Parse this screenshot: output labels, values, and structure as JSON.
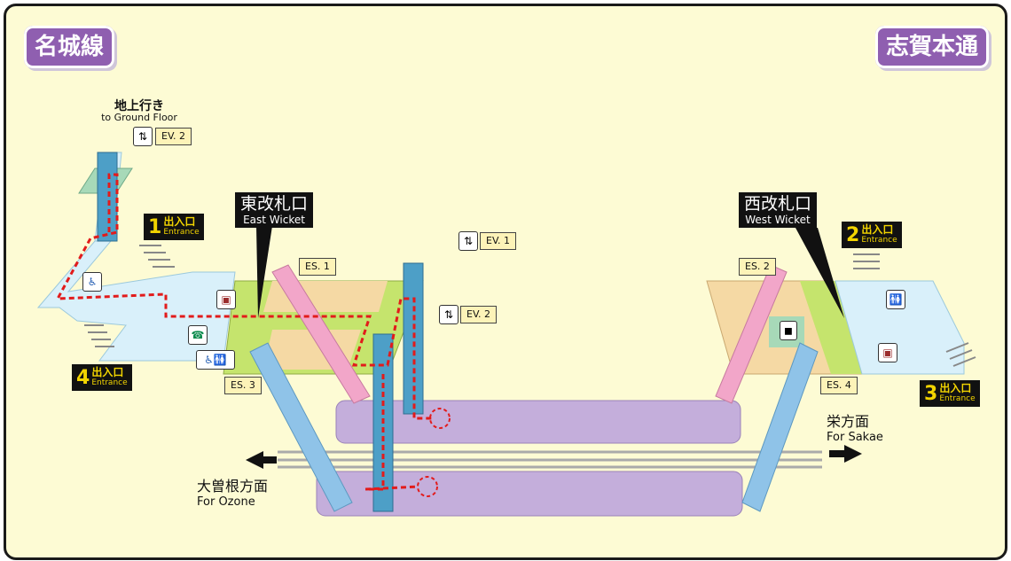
{
  "badges": {
    "left_line": "名城線",
    "right_line": "志賀本通"
  },
  "ground": {
    "jp": "地上行き",
    "en": "to Ground Floor"
  },
  "elevators": {
    "ev2_top": "EV. 2",
    "ev1": "EV. 1",
    "ev2_mid": "EV. 2"
  },
  "escalators": {
    "es1": "ES. 1",
    "es2": "ES. 2",
    "es3": "ES. 3",
    "es4": "ES. 4"
  },
  "wickets": {
    "east": {
      "jp": "東改札口",
      "en": "East Wicket"
    },
    "west": {
      "jp": "西改札口",
      "en": "West Wicket"
    }
  },
  "entrances": [
    {
      "num": "1",
      "jp": "出入口",
      "en": "Entrance"
    },
    {
      "num": "2",
      "jp": "出入口",
      "en": "Entrance"
    },
    {
      "num": "3",
      "jp": "出入口",
      "en": "Entrance"
    },
    {
      "num": "4",
      "jp": "出入口",
      "en": "Entrance"
    }
  ],
  "directions": {
    "ozone": {
      "jp": "大曽根方面",
      "en": "For Ozone"
    },
    "sakae": {
      "jp": "栄方面",
      "en": "For Sakae"
    }
  },
  "icons": [
    "elevator-icon",
    "wheelchair-icon",
    "phone-icon",
    "accessible-toilet-icon",
    "ticket-machine-icon",
    "station-office-icon",
    "restroom-icon"
  ],
  "colors": {
    "background": "#fdfbd4",
    "badge": "#8f5fb0",
    "concourse_green": "#c5e46d",
    "concourse_tan": "#f5d9a4",
    "platform": "#c4aedb",
    "escalator_blue": "#8fc3e8",
    "escalator_pink": "#f2a6c9",
    "elevator": "#4d9fc7",
    "route": "#e21b1b"
  }
}
